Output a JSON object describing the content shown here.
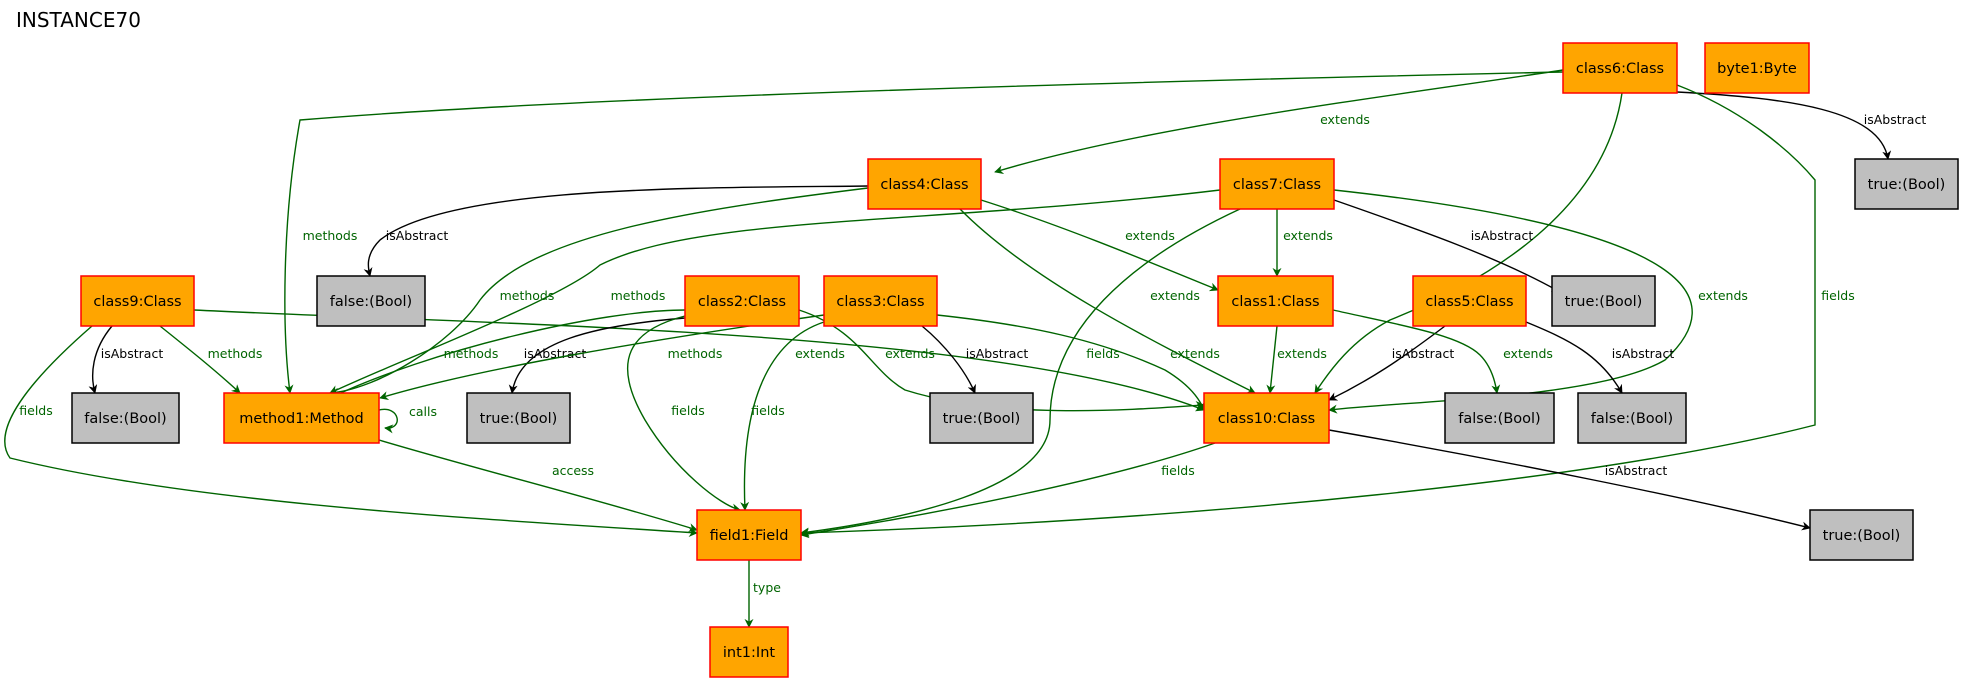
{
  "title": "INSTANCE70",
  "colors": {
    "object_fill": "#ffa500",
    "object_border": "#ff0000",
    "value_fill": "#bfbfbf",
    "value_border": "#000000",
    "reference_edge": "#006400",
    "attribute_edge": "#000000"
  },
  "nodes": [
    {
      "id": "class6",
      "label": "class6:Class",
      "kind": "object"
    },
    {
      "id": "byte1",
      "label": "byte1:Byte",
      "kind": "object"
    },
    {
      "id": "true_c6",
      "label": "true:(Bool)",
      "kind": "value"
    },
    {
      "id": "class4",
      "label": "class4:Class",
      "kind": "object"
    },
    {
      "id": "class7",
      "label": "class7:Class",
      "kind": "object"
    },
    {
      "id": "false_c4",
      "label": "false:(Bool)",
      "kind": "value"
    },
    {
      "id": "class1",
      "label": "class1:Class",
      "kind": "object"
    },
    {
      "id": "class5",
      "label": "class5:Class",
      "kind": "object"
    },
    {
      "id": "true_c7",
      "label": "true:(Bool)",
      "kind": "value"
    },
    {
      "id": "class9",
      "label": "class9:Class",
      "kind": "object"
    },
    {
      "id": "class2",
      "label": "class2:Class",
      "kind": "object"
    },
    {
      "id": "class3",
      "label": "class3:Class",
      "kind": "object"
    },
    {
      "id": "false_c9",
      "label": "false:(Bool)",
      "kind": "value"
    },
    {
      "id": "method1",
      "label": "method1:Method",
      "kind": "object"
    },
    {
      "id": "true_c2",
      "label": "true:(Bool)",
      "kind": "value"
    },
    {
      "id": "true_c3",
      "label": "true:(Bool)",
      "kind": "value"
    },
    {
      "id": "class10",
      "label": "class10:Class",
      "kind": "object"
    },
    {
      "id": "false_c1",
      "label": "false:(Bool)",
      "kind": "value"
    },
    {
      "id": "false_c5",
      "label": "false:(Bool)",
      "kind": "value"
    },
    {
      "id": "true_c10",
      "label": "true:(Bool)",
      "kind": "value"
    },
    {
      "id": "field1",
      "label": "field1:Field",
      "kind": "object"
    },
    {
      "id": "int1",
      "label": "int1:Int",
      "kind": "object"
    }
  ],
  "edges": [
    {
      "from": "class6",
      "to": "class4",
      "label": "extends",
      "kind": "reference"
    },
    {
      "from": "class6",
      "to": "true_c6",
      "label": "isAbstract",
      "kind": "attribute"
    },
    {
      "from": "class6",
      "to": "method1",
      "label": "methods",
      "kind": "reference"
    },
    {
      "from": "class6",
      "to": "class10",
      "label": "",
      "kind": "reference"
    },
    {
      "from": "class6",
      "to": "field1",
      "label": "fields",
      "kind": "reference"
    },
    {
      "from": "class4",
      "to": "false_c4",
      "label": "isAbstract",
      "kind": "attribute"
    },
    {
      "from": "class4",
      "to": "method1",
      "label": "methods",
      "kind": "reference"
    },
    {
      "from": "class4",
      "to": "class1",
      "label": "extends",
      "kind": "reference"
    },
    {
      "from": "class4",
      "to": "class10",
      "label": "extends",
      "kind": "reference"
    },
    {
      "from": "class7",
      "to": "class1",
      "label": "extends",
      "kind": "reference"
    },
    {
      "from": "class7",
      "to": "true_c7",
      "label": "isAbstract",
      "kind": "attribute"
    },
    {
      "from": "class7",
      "to": "class10",
      "label": "extends",
      "kind": "reference"
    },
    {
      "from": "class7",
      "to": "method1",
      "label": "methods",
      "kind": "reference"
    },
    {
      "from": "class7",
      "to": "field1",
      "label": "fields",
      "kind": "reference"
    },
    {
      "from": "class9",
      "to": "false_c9",
      "label": "isAbstract",
      "kind": "attribute"
    },
    {
      "from": "class9",
      "to": "method1",
      "label": "methods",
      "kind": "reference"
    },
    {
      "from": "class9",
      "to": "field1",
      "label": "fields",
      "kind": "reference"
    },
    {
      "from": "class9",
      "to": "class10",
      "label": "extends",
      "kind": "reference"
    },
    {
      "from": "class2",
      "to": "method1",
      "label": "methods",
      "kind": "reference"
    },
    {
      "from": "class2",
      "to": "true_c2",
      "label": "isAbstract",
      "kind": "attribute"
    },
    {
      "from": "class2",
      "to": "field1",
      "label": "fields",
      "kind": "reference"
    },
    {
      "from": "class2",
      "to": "class10",
      "label": "extends",
      "kind": "reference"
    },
    {
      "from": "class3",
      "to": "method1",
      "label": "methods",
      "kind": "reference"
    },
    {
      "from": "class3",
      "to": "true_c3",
      "label": "isAbstract",
      "kind": "attribute"
    },
    {
      "from": "class3",
      "to": "field1",
      "label": "fields",
      "kind": "reference"
    },
    {
      "from": "class3",
      "to": "class10",
      "label": "extends",
      "kind": "reference"
    },
    {
      "from": "class1",
      "to": "class10",
      "label": "extends",
      "kind": "reference"
    },
    {
      "from": "class1",
      "to": "false_c1",
      "label": "isAbstract",
      "kind": "attribute"
    },
    {
      "from": "class5",
      "to": "class10",
      "label": "extends",
      "kind": "reference"
    },
    {
      "from": "class5",
      "to": "false_c5",
      "label": "isAbstract",
      "kind": "attribute"
    },
    {
      "from": "method1",
      "to": "method1",
      "label": "calls",
      "kind": "reference"
    },
    {
      "from": "method1",
      "to": "field1",
      "label": "access",
      "kind": "reference"
    },
    {
      "from": "class10",
      "to": "field1",
      "label": "fields",
      "kind": "reference"
    },
    {
      "from": "class10",
      "to": "true_c10",
      "label": "isAbstract",
      "kind": "attribute"
    },
    {
      "from": "field1",
      "to": "int1",
      "label": "type",
      "kind": "reference"
    }
  ]
}
